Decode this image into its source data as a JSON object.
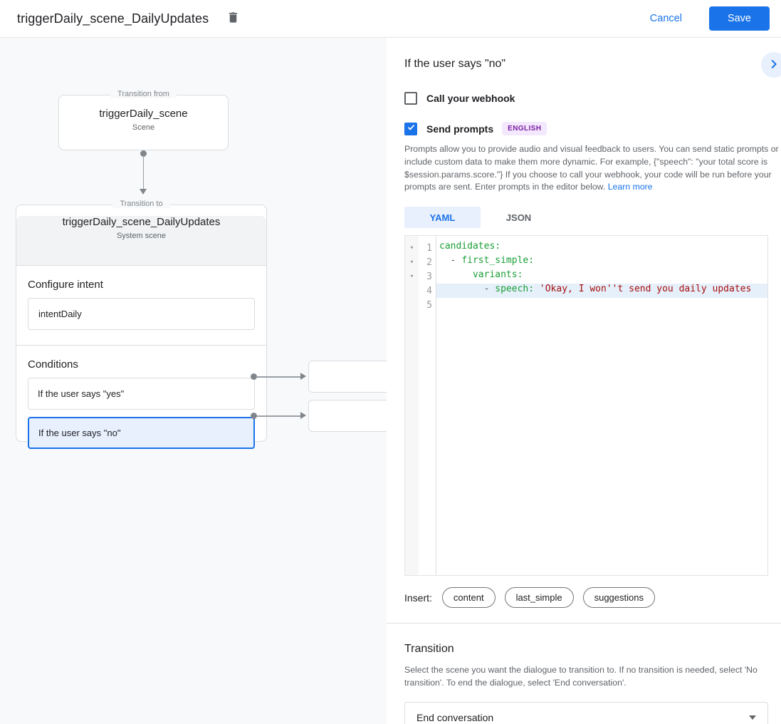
{
  "topbar": {
    "title": "triggerDaily_scene_DailyUpdates",
    "cancel_label": "Cancel",
    "save_label": "Save"
  },
  "canvas": {
    "from_card": {
      "legend": "Transition from",
      "title": "triggerDaily_scene",
      "subtitle": "Scene"
    },
    "to_card": {
      "legend": "Transition to",
      "title": "triggerDaily_scene_DailyUpdates",
      "subtitle": "System scene",
      "configure_intent_label": "Configure intent",
      "intent_value": "intentDaily",
      "conditions_label": "Conditions",
      "conditions": [
        {
          "label": "If the user says \"yes\""
        },
        {
          "label": "If the user says \"no\""
        }
      ]
    }
  },
  "panel": {
    "title": "If the user says \"no\"",
    "webhook": {
      "label": "Call your webhook",
      "checked": false
    },
    "prompts": {
      "label": "Send prompts",
      "checked": true,
      "language_badge": "ENGLISH"
    },
    "description": "Prompts allow you to provide audio and visual feedback to users. You can send static prompts or include custom data to make them more dynamic. For example, {\"speech\": \"your total score is $session.params.score.\"} If you choose to call your webhook, your code will be run before your prompts are sent. Enter prompts in the editor below. ",
    "learn_more_label": "Learn more",
    "tabs": {
      "yaml": "YAML",
      "json": "JSON"
    },
    "editor": {
      "lines": [
        {
          "num": "1",
          "fold": "▾",
          "seg": {
            "plain": "",
            "key": "candidates:",
            "string": ""
          }
        },
        {
          "num": "2",
          "fold": "▾",
          "seg": {
            "plain": "  - ",
            "key": "first_simple:",
            "string": ""
          }
        },
        {
          "num": "3",
          "fold": "▾",
          "seg": {
            "plain": "      ",
            "key": "variants:",
            "string": ""
          }
        },
        {
          "num": "4",
          "fold": "",
          "seg": {
            "plain": "        - ",
            "key": "speech:",
            "string": " 'Okay, I won''t send you daily updates"
          }
        },
        {
          "num": "5",
          "fold": "",
          "seg": {
            "plain": "",
            "key": "",
            "string": ""
          }
        }
      ]
    },
    "insert": {
      "label": "Insert:",
      "chips": [
        "content",
        "last_simple",
        "suggestions"
      ]
    },
    "transition": {
      "heading": "Transition",
      "description": "Select the scene you want the dialogue to transition to. If no transition is needed, select 'No transition'. To end the dialogue, select 'End conversation'.",
      "selected_value": "End conversation"
    }
  }
}
